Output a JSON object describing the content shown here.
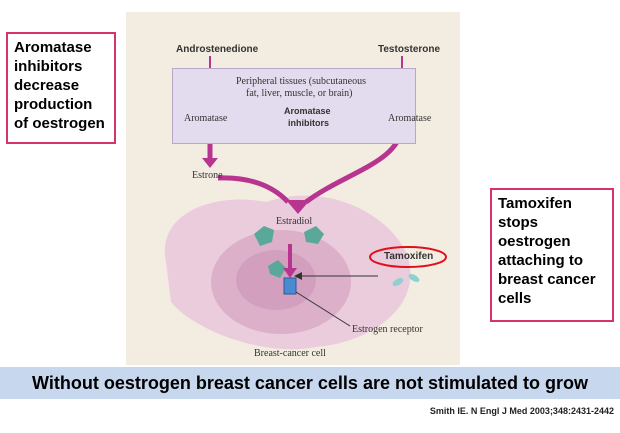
{
  "callouts": {
    "aromatase": "Aromatase inhibitors decrease production of oestrogen",
    "tamoxifen": "Tamoxifen stops oestrogen attaching to breast cancer cells"
  },
  "figure": {
    "androstenedione": "Androstenedione",
    "testosterone": "Testosterone",
    "peripheral_line1": "Peripheral tissues (subcutaneous",
    "peripheral_line2": "fat, liver, muscle, or brain)",
    "aromatase_left": "Aromatase",
    "aromatase_right": "Aromatase",
    "inhibitors_line1": "Aromatase",
    "inhibitors_line2": "inhibitors",
    "estrone": "Estrone",
    "estradiol": "Estradiol",
    "tamoxifen": "Tamoxifen",
    "estrogen_receptor": "Estrogen receptor",
    "cell": "Breast-cancer cell"
  },
  "banner": "Without oestrogen breast cancer cells are not stimulated to grow",
  "citation": "Smith IE. N Engl J Med 2003;348:2431-2442",
  "colors": {
    "callout_border": "#d6336c",
    "banner_bg": "#c7d8ee",
    "arrow_magenta": "#b8358f",
    "highlight_red": "#e0101a",
    "figure_bg": "#f3ede1"
  }
}
